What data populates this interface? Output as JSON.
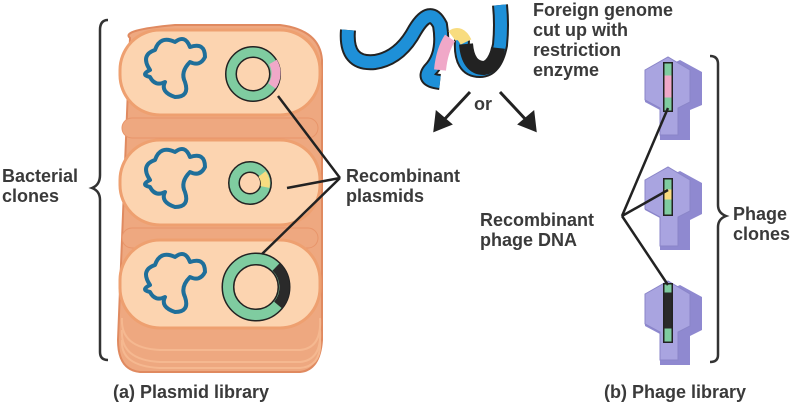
{
  "labels": {
    "foreign_genome": [
      "Foreign genome",
      "cut up with",
      "restriction",
      "enzyme"
    ],
    "or": "or",
    "bacterial_clones": [
      "Bacterial",
      "clones"
    ],
    "recombinant_plasmids": [
      "Recombinant",
      "plasmids"
    ],
    "recombinant_phage_dna": [
      "Recombinant",
      "phage DNA"
    ],
    "phage_clones": [
      "Phage",
      "clones"
    ],
    "plasmid_library": "(a) Plasmid library",
    "phage_library": "(b) Phage library"
  },
  "colors": {
    "cell_fill": "#fcd4b0",
    "cell_edge": "#e8956a",
    "chromosome": "#1f6f9a",
    "plasmid": "#7fcca0",
    "genome_blue": "#1e90d8",
    "insert_pink": "#f0a8c8",
    "insert_yellow": "#f8dc80",
    "insert_black": "#222222",
    "phage": "#a9a4e0",
    "text": "#3a3a3a"
  },
  "plasmids": [
    {
      "insert": "pink"
    },
    {
      "insert": "yellow"
    },
    {
      "insert": "black"
    }
  ],
  "phages": [
    {
      "insert": "pink"
    },
    {
      "insert": "yellow"
    },
    {
      "insert": "black"
    }
  ]
}
